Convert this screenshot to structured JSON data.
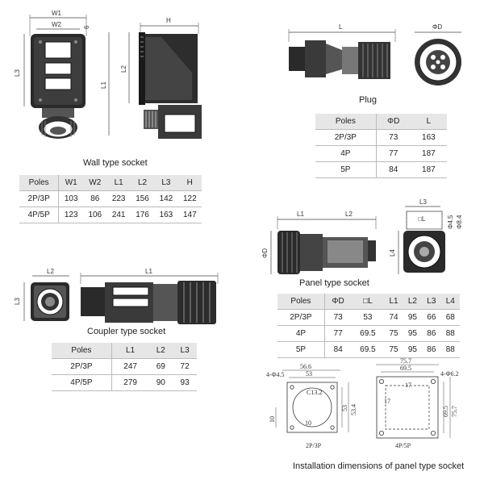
{
  "captions": {
    "wall": "Wall type socket",
    "plug": "Plug",
    "coupler": "Coupler type socket",
    "panel": "Panel type socket",
    "install": "Installation dimensions of panel type socket"
  },
  "dims": {
    "w1": "W1",
    "w2": "W2",
    "six": "6",
    "h": "H",
    "l1": "L1",
    "l2": "L2",
    "l3": "L3",
    "l": "L",
    "phi_d": "ΦD",
    "phi_45": "Φ4.5",
    "phi_84": "Φ8.4",
    "sq_l": "□L",
    "l4": "L4",
    "i_4phi45": "4-Φ4.5",
    "i_566": "56.6",
    "i_53a": "53",
    "i_c132": "C13.2",
    "i_534": "53.4",
    "i_53b": "53",
    "i_10a": "10",
    "i_10b": "10",
    "i_757a": "75.7",
    "i_695a": "69.5",
    "i_4phi62": "4-Φ6.2",
    "i_17a": "17",
    "i_17b": "17",
    "i_695b": "69.5",
    "i_757b": "75.7",
    "i_2p3p": "2P/3P",
    "i_4p5p": "4P/5P"
  },
  "tables": {
    "wall": {
      "headers": [
        "Poles",
        "W1",
        "W2",
        "L1",
        "L2",
        "L3",
        "H"
      ],
      "rows": [
        [
          "2P/3P",
          "103",
          "86",
          "223",
          "156",
          "142",
          "122"
        ],
        [
          "4P/5P",
          "123",
          "106",
          "241",
          "176",
          "163",
          "147"
        ]
      ]
    },
    "plug": {
      "headers": [
        "Poles",
        "ΦD",
        "L"
      ],
      "rows": [
        [
          "2P/3P",
          "73",
          "163"
        ],
        [
          "4P",
          "77",
          "187"
        ],
        [
          "5P",
          "84",
          "187"
        ]
      ]
    },
    "coupler": {
      "headers": [
        "Poles",
        "L1",
        "L2",
        "L3"
      ],
      "rows": [
        [
          "2P/3P",
          "247",
          "69",
          "72"
        ],
        [
          "4P/5P",
          "279",
          "90",
          "93"
        ]
      ]
    },
    "panel": {
      "headers": [
        "Poles",
        "ΦD",
        "□L",
        "L1",
        "L2",
        "L3",
        "L4"
      ],
      "rows": [
        [
          "2P/3P",
          "73",
          "53",
          "74",
          "95",
          "66",
          "68"
        ],
        [
          "4P",
          "77",
          "69.5",
          "75",
          "95",
          "86",
          "88"
        ],
        [
          "5P",
          "84",
          "69.5",
          "75",
          "95",
          "86",
          "88"
        ]
      ]
    }
  }
}
